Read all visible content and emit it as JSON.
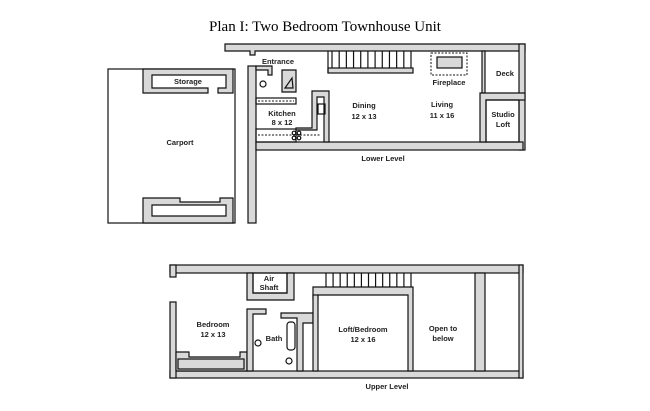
{
  "title": "Plan I: Two Bedroom Townhouse Unit",
  "lower_level": {
    "label": "Lower Level",
    "rooms": {
      "storage": "Storage",
      "entrance": "Entrance",
      "fireplace": "Fireplace",
      "deck": "Deck",
      "kitchen": "Kitchen",
      "kitchen_size": "8 x 12",
      "dining": "Dining",
      "dining_size": "12 x 13",
      "living": "Living",
      "living_size": "11 x 16",
      "studio": "Studio",
      "studio_loft": "Loft",
      "carport": "Carport"
    }
  },
  "upper_level": {
    "label": "Upper Level",
    "rooms": {
      "air": "Air",
      "shaft": "Shaft",
      "bedroom": "Bedroom",
      "bedroom_size": "12 x 13",
      "bath": "Bath",
      "loft_bedroom": "Loft/Bedroom",
      "loft_bedroom_size": "12 x 16",
      "open_to": "Open to",
      "below": "below"
    }
  }
}
